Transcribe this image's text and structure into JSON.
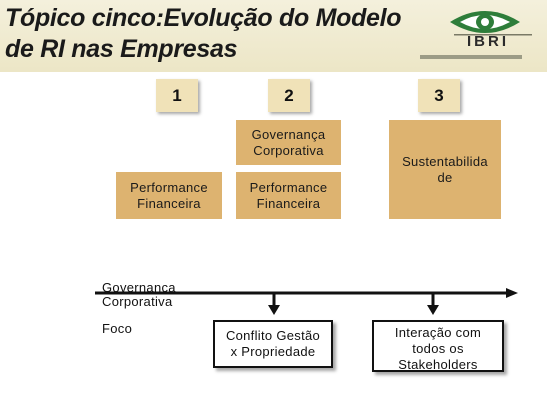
{
  "slide": {
    "title_line1": "Tópico cinco:Evolução do Modelo",
    "title_line2": "de RI nas Empresas",
    "logo": {
      "text": "IBRI",
      "icon": "ibri-eye-logo-icon"
    },
    "columns": [
      {
        "number": "1"
      },
      {
        "number": "2"
      },
      {
        "number": "3"
      }
    ],
    "boxes": {
      "perf_financeira_1": "Performance Financeira",
      "governanca_corporativa_2": "Governança Corporativa",
      "perf_financeira_2": "Performance Financeira",
      "sustentabilidade_3": "Sustentabilida de"
    },
    "timeline": {
      "label_governanca": "Governança Corporativa",
      "label_foco": "Foco",
      "box_conflito": "Conflito Gestão x Propriedade",
      "box_interacao": "Interação com todos os Stakeholders"
    },
    "colors": {
      "title_band": "#ece6c6",
      "number_box": "#f0e2b8",
      "content_box": "#ddb370",
      "line": "#111111"
    }
  }
}
